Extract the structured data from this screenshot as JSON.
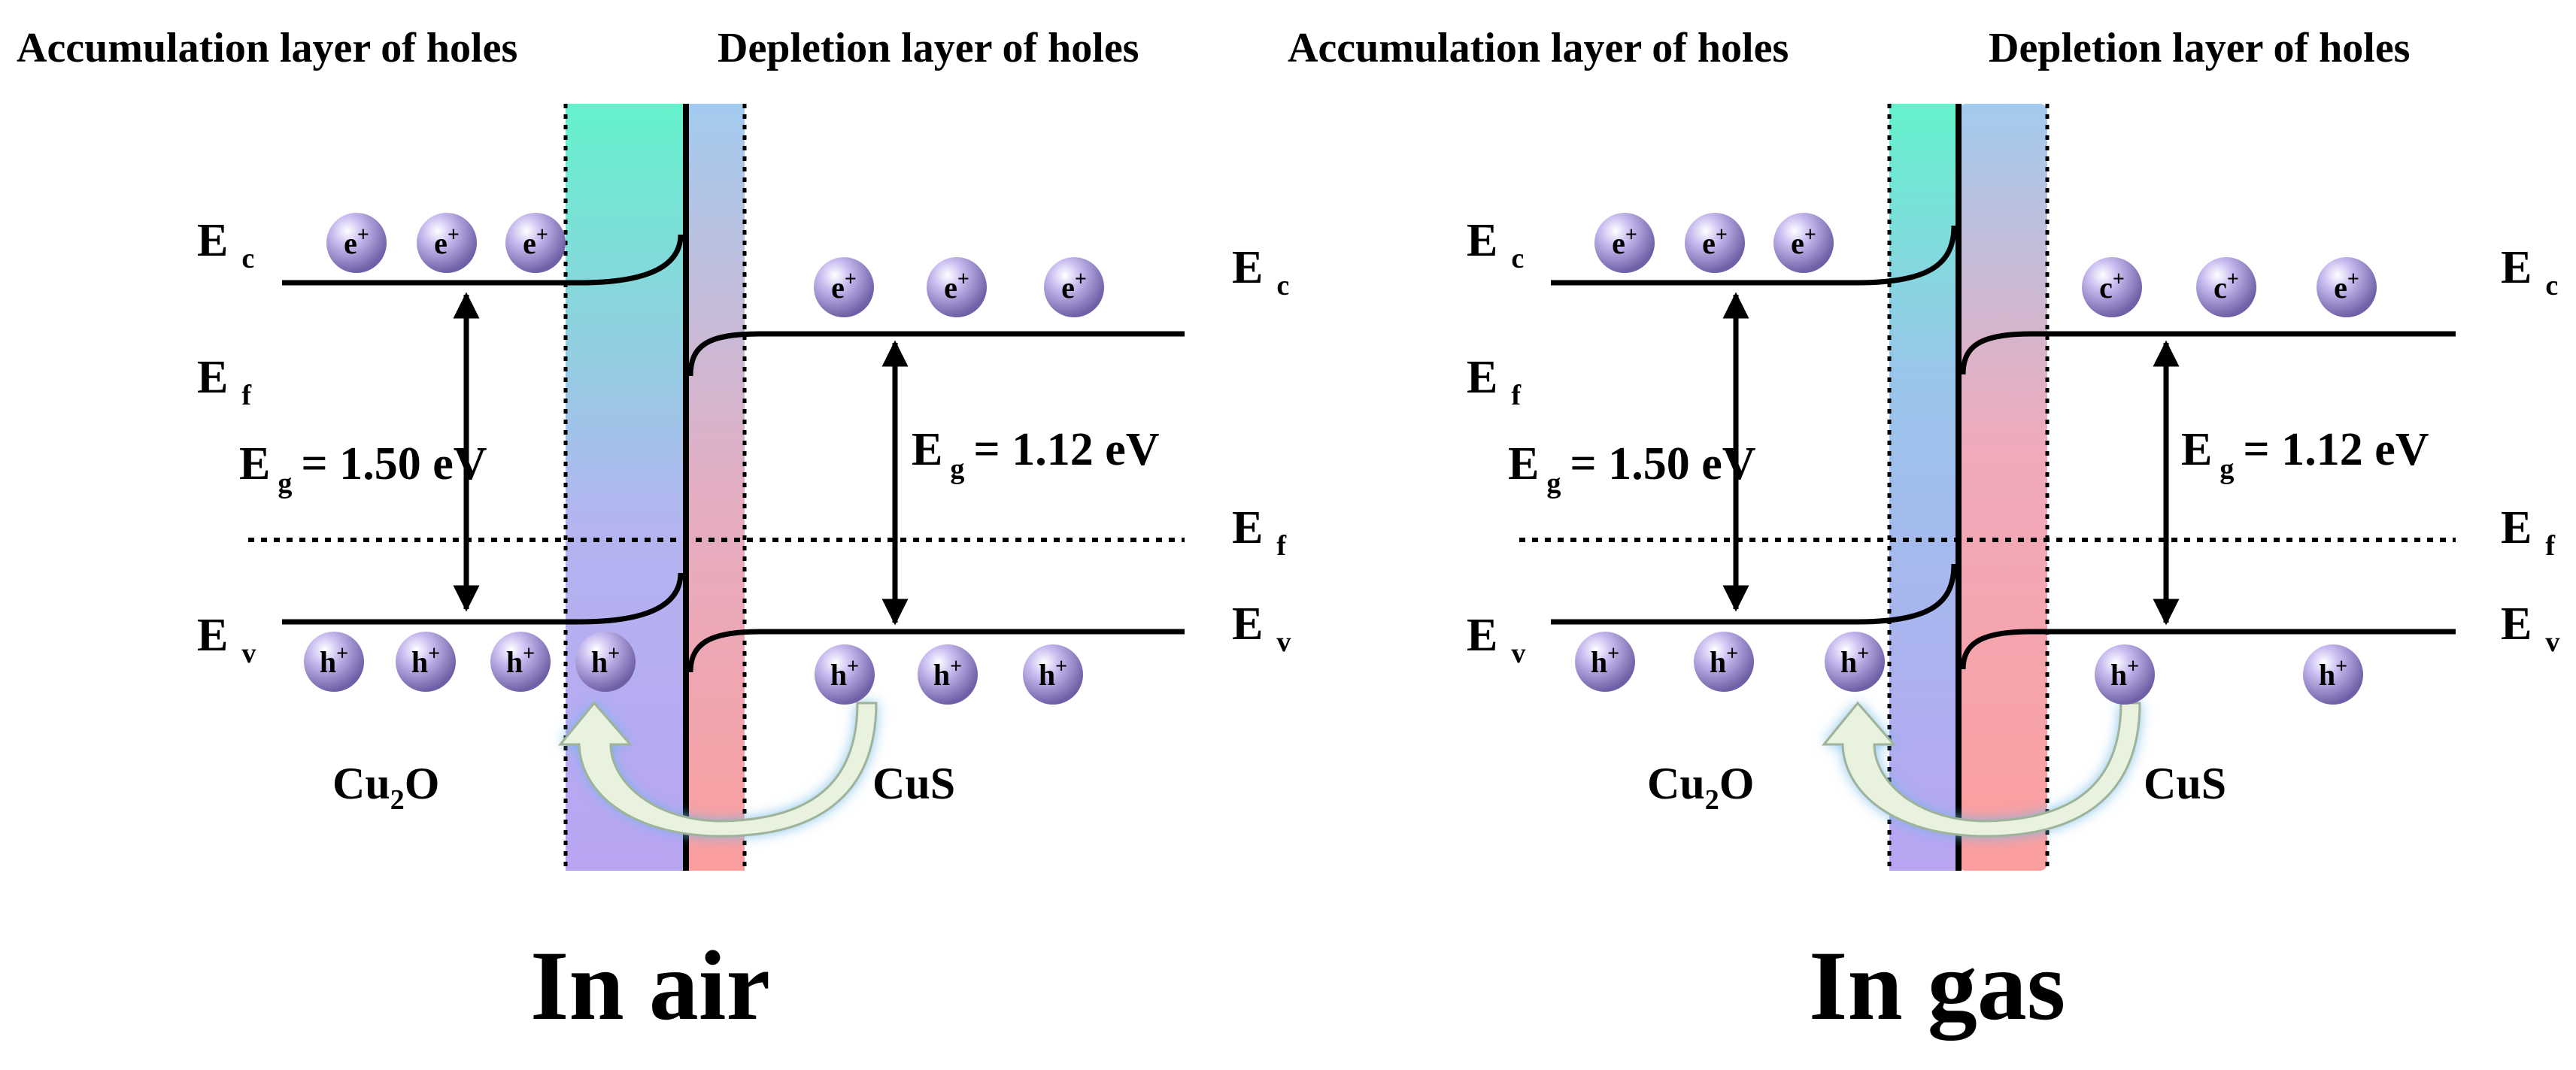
{
  "panels": [
    {
      "id": "air",
      "left_label": "Accumulation layer of holes",
      "right_label": "Depletion layer of holes",
      "caption": "In air",
      "left_material": {
        "formula_main": "Cu",
        "formula_sub": "2",
        "formula_tail": "O",
        "ec_letter": "E",
        "ec_sub": "c",
        "ef_letter": "E",
        "ef_sub": "f",
        "ev_letter": "E",
        "ev_sub": "v",
        "eg_letter": "E",
        "eg_sub": "g",
        "eg_value": "= 1.50 eV"
      },
      "right_material": {
        "formula": "CuS",
        "ec_letter": "E",
        "ec_sub": "c",
        "ef_letter": "E",
        "ef_sub": "f",
        "ev_letter": "E",
        "ev_sub": "v",
        "eg_letter": "E",
        "eg_sub": "g",
        "eg_value": "= 1.12 eV"
      },
      "left_electrons": [
        "e",
        "e",
        "e"
      ],
      "right_electrons": [
        "e",
        "e",
        "e"
      ],
      "left_holes": [
        "h",
        "h",
        "h",
        "h"
      ],
      "right_holes": [
        "h",
        "h",
        "h"
      ]
    },
    {
      "id": "gas",
      "left_label": "Accumulation layer of holes",
      "right_label": "Depletion layer of holes",
      "caption": "In gas",
      "left_material": {
        "formula_main": "Cu",
        "formula_sub": "2",
        "formula_tail": "O",
        "ec_letter": "E",
        "ec_sub": "c",
        "ef_letter": "E",
        "ef_sub": "f",
        "ev_letter": "E",
        "ev_sub": "v",
        "eg_letter": "E",
        "eg_sub": "g",
        "eg_value": "= 1.50 eV"
      },
      "right_material": {
        "formula": "CuS",
        "ec_letter": "E",
        "ec_sub": "c",
        "ef_letter": "E",
        "ef_sub": "f",
        "ev_letter": "E",
        "ev_sub": "v",
        "eg_letter": "E",
        "eg_sub": "g",
        "eg_value": "= 1.12 eV"
      },
      "left_electrons": [
        "e",
        "e",
        "e"
      ],
      "right_electrons": [
        "c",
        "c",
        "e"
      ],
      "left_holes": [
        "h",
        "h",
        "h"
      ],
      "right_holes": [
        "h",
        "h"
      ]
    }
  ],
  "charge_superscript": "+",
  "colors": {
    "accumulation_top": "#66f0cc",
    "accumulation_bottom": "#b8a6f2",
    "depletion_top": "#a6c8f0",
    "depletion_bottom": "#fa9e9e",
    "particle": "#b3a3de",
    "arrow_fill": "#e9f1df",
    "arrow_glow": "#6fb8e8"
  }
}
